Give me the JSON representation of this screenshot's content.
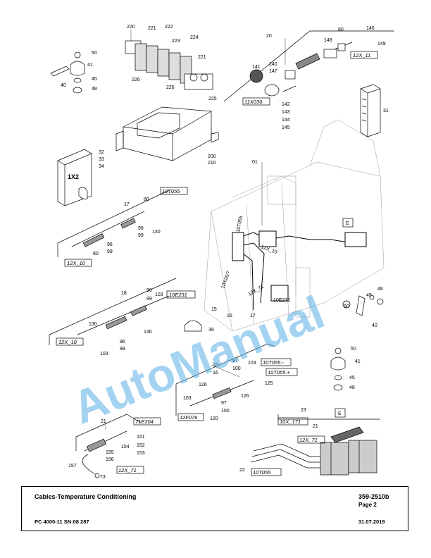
{
  "footer": {
    "title": "Cables-Temperature Conditioning",
    "doc_number": "359-2510b",
    "page": "Page 2",
    "model": "PC 4000-11 SN:08 287",
    "date": "31.07.2019"
  },
  "watermark": "AutoManual",
  "callouts": {
    "c220": "220",
    "c221a": "221",
    "c222": "222",
    "c223": "223",
    "c224": "224",
    "c221b": "221",
    "c226a": "226",
    "c226b": "226",
    "c225": "225",
    "c200": "200",
    "c210": "210",
    "c50a": "50",
    "c41a": "41",
    "c45a": "45",
    "c48a": "48",
    "c40a": "40",
    "c32": "32",
    "c33": "33",
    "c34": "34",
    "c20": "20",
    "c80a": "80",
    "c146": "146",
    "c148": "148",
    "c149": "149",
    "c141": "141",
    "c140": "140",
    "c147": "147",
    "c142": "142",
    "c143": "143",
    "c144": "144",
    "c145": "145",
    "c31": "31",
    "c17a": "17",
    "c80b": "80",
    "c96a": "96",
    "c99a": "99",
    "c130a": "130",
    "c80c": "80",
    "c96b": "96",
    "c99b": "99",
    "c01": "01",
    "c18": "18",
    "c96c": "96",
    "c99c": "99",
    "c103a": "103",
    "c15a": "15",
    "c16a": "16",
    "c17b": "17",
    "c130b": "130",
    "c130c": "130",
    "c96d": "96",
    "c99d": "99",
    "c103b": "103",
    "c39": "39",
    "c45b": "45",
    "c48b": "48",
    "c50b": "50",
    "c40b": "40",
    "c50c": "50",
    "c41b": "41",
    "c45c": "45",
    "c48c": "48",
    "c15b": "15",
    "c16b": "16",
    "c97a": "97",
    "c100a": "100",
    "c103c": "103",
    "c125": "125",
    "c126a": "126",
    "c126b": "126",
    "c103d": "103",
    "c97b": "97",
    "c100b": "100",
    "c120": "120",
    "c21a": "21",
    "c151": "151",
    "c152": "152",
    "c153": "153",
    "c154": "154",
    "c155": "155",
    "c156": "156",
    "c157": "157",
    "c73": "73",
    "c23": "23",
    "c21b": "21",
    "c22": "22"
  },
  "tags": {
    "t12X_11": "12X_11",
    "t11X036": "11X036",
    "t10T055a": "10T055",
    "t12X_10a": "12X_10",
    "t10E231": "10E231",
    "t12X_10b": "12X_10",
    "t10T055m": "10T055.-",
    "t10T055p": "10T055.+",
    "t12F076": "12F076",
    "t71E204": "71E204",
    "t12X_71a": "12X_71",
    "t10X_171": "10X_171",
    "t12X_71b": "12X_71",
    "t10T055b": "10T055"
  },
  "box_labels": {
    "b1X2": "1X2",
    "bE1": "E",
    "bE2": "E"
  },
  "wire_labels": {
    "w10T055": "10T055",
    "w12X_10": "12X_10",
    "w10X26": "10X26/7",
    "w12X_71": "12X_71",
    "w10E231": "10E231"
  }
}
